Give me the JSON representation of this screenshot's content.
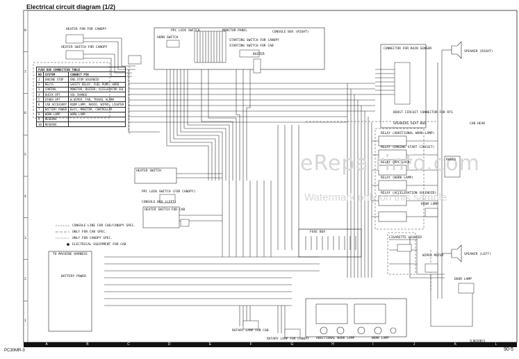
{
  "title": "Electrical circuit diagram (1/2)",
  "page_number": "90-5",
  "model": "PC30MR-3",
  "doc_code": "SJK00811",
  "watermark": {
    "line1": "eRepairinfo.com",
    "line2": "Watermark only on this sample"
  },
  "grid": {
    "columns": [
      "A",
      "B",
      "C",
      "D",
      "E",
      "F",
      "G",
      "H",
      "I",
      "J",
      "K",
      "L"
    ],
    "rows": [
      "8",
      "7",
      "6",
      "5",
      "4",
      "3",
      "2",
      "1"
    ]
  },
  "connection_table": {
    "title": "FUSE BOX CONNECTION TABLE",
    "headers": [
      "NO",
      "SYSTEM",
      "CONNECT PIN"
    ],
    "rows": [
      [
        "1",
        "ENGINE STOP",
        "ENG.STOP SOLENOID"
      ],
      [
        "2",
        "RELYS",
        "SAFETY RELAY, FUEL PUMP, HORN"
      ],
      [
        "3",
        "CONTROL",
        "MONITOR, BUZZER, ACCELERATOR SOL"
      ],
      [
        "4",
        "QUICK OPT",
        "SOL CHANGE"
      ],
      [
        "5",
        "OTHER OPT",
        "W.WIPER, FAN, TRAVEL ALARM"
      ],
      [
        "6",
        "CAB ACCESSORY",
        "ROOM LAMP, RADIO, WIPER, LIGHTER"
      ],
      [
        "7",
        "BATTERY POWER",
        "Batt, MONITOR, CONTROLLER"
      ],
      [
        "8",
        "WORK LAMP",
        "WORK LAMP"
      ],
      [
        "9",
        "RESERVE",
        ""
      ],
      [
        "10",
        "RESERVE",
        ""
      ]
    ]
  },
  "labels": {
    "heater_fan_canopy": "HEATER FAN FOR CANOPY",
    "heater_switch_canopy": "HEATER SWITCH FOR CANOPY",
    "horn_switch": "HORN SWITCH",
    "ppc_lock_switch": "PPC LOCK SWITCH",
    "monitor_panel": "MONITOR PANEL",
    "console_box_right": "CONSOLE BOX (RIGHT)",
    "starting_switch_canopy": "STARTING SWITCH FOR CANOPY",
    "starting_switch_cab": "STARTING SWITCH FOR CAB",
    "buzzer": "BUZZER",
    "connector_rain_sensor": "CONNECTOR FOR RAIN SENSOR",
    "boost_circuit": "BOOST CIRCUIT CONNECTOR FOR RTS",
    "speakers_seat": "SPEAKERS SEAT BOX",
    "speaker_right": "SPEAKER (RIGHT)",
    "speaker_left": "SPEAKER (LEFT)",
    "cab_head": "CAB HEAD",
    "relay_additional_work_lamp": "RELAY (ADDITIONAL WORK LAMP)",
    "relay_engine_start": "RELAY (ENGINE START CIRCUIT)",
    "relay_ppc_lock": "RELAY (PPC LOCK)",
    "relay_work_lamp": "RELAY (WORK LAMP)",
    "relay_acceleration": "RELAY (ACCELERATION SOLENOID)",
    "radio": "RADIO",
    "heater_switch": "HEATER SWITCH",
    "ppc_lock_switch_canopy": "PPC LOCK SWITCH (FOR CANOPY)",
    "console_box_left": "CONSOLE BOX (LEFT)",
    "heater_switch_cab": "HEATER SWITCH FOR CAB",
    "fuse_box": "FUSE BOX",
    "to_machine_harness": "TO MACHINE HARNESS",
    "battery_power": "BATTERY POWER",
    "rotary_lamp_cab": "ROTARY LAMP FOR CAB",
    "rotary_lamp_canopy": "ROTARY LAMP FOR CANOPY",
    "additional_work_lamp": "ADDITIONAL WORK LAMP",
    "work_lamp": "WORK LAMP",
    "wiper_motor": "WIPER MOTOR",
    "cigarette_lighter": "CIGARETTE LIGHTER",
    "room_lamp": "ROOM LAMP",
    "door_lamp": "DOOR LAMP"
  },
  "legend": [
    "CONSOLE LINE FOR CAB/CANOPY SPEC.",
    "ONLY FOR CAB SPEC.",
    "ONLY FOR CANOPY SPEC.",
    "ELECTRICAL EQUIPMENT FOR CAB"
  ]
}
